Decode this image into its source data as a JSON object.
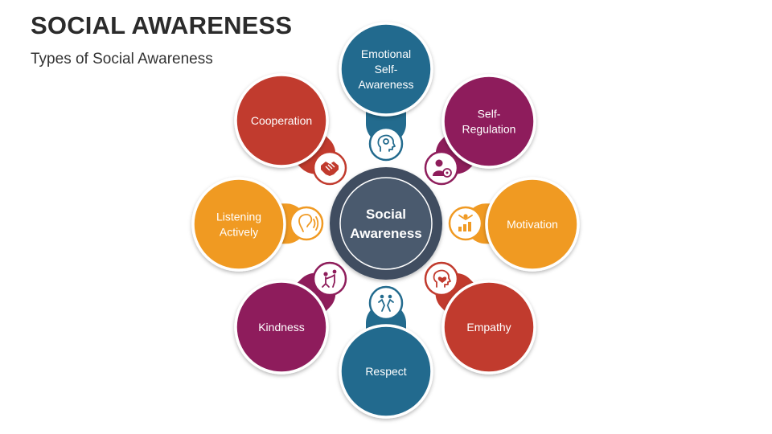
{
  "header": {
    "title": "SOCIAL AWARENESS",
    "subtitle": "Types of Social Awareness"
  },
  "center": {
    "lines": [
      "Social",
      "Awareness"
    ],
    "color": "#3f4e61"
  },
  "nodes": [
    {
      "id": "emotional-self-awareness",
      "lines": [
        "Emotional",
        "Self-",
        "Awareness"
      ],
      "color": "#236b8e",
      "icon": "head-gear-icon"
    },
    {
      "id": "self-regulation",
      "lines": [
        "Self-",
        "Regulation"
      ],
      "color": "#8e1d5b",
      "icon": "person-gear-icon"
    },
    {
      "id": "motivation",
      "lines": [
        "Motivation"
      ],
      "color": "#f09a23",
      "icon": "growth-chart-icon"
    },
    {
      "id": "empathy",
      "lines": [
        "Empathy"
      ],
      "color": "#c13a2d",
      "icon": "head-heart-icon"
    },
    {
      "id": "respect",
      "lines": [
        "Respect"
      ],
      "color": "#236b8e",
      "icon": "bow-figures-icon"
    },
    {
      "id": "kindness",
      "lines": [
        "Kindness"
      ],
      "color": "#8e1d5b",
      "icon": "helping-hand-icon"
    },
    {
      "id": "listening-actively",
      "lines": [
        "Listening",
        "Actively"
      ],
      "color": "#f09a23",
      "icon": "listening-ear-icon"
    },
    {
      "id": "cooperation",
      "lines": [
        "Cooperation"
      ],
      "color": "#c13a2d",
      "icon": "handshake-icon"
    }
  ]
}
